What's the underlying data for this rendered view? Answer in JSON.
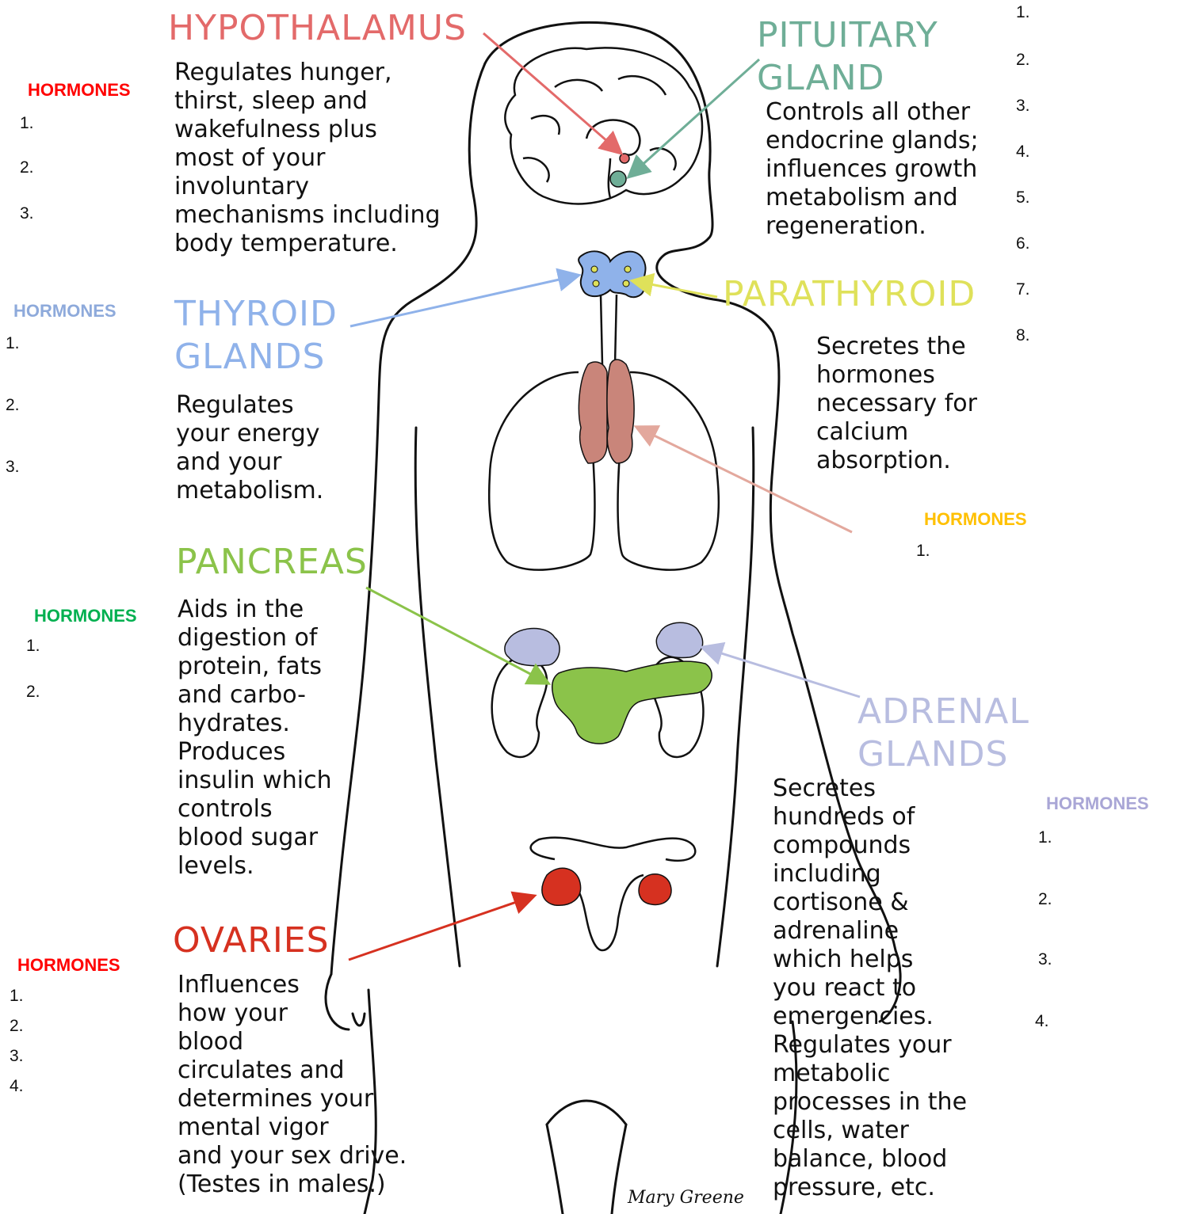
{
  "colors": {
    "hypothalamus": "#e36a6a",
    "pituitary": "#6fae97",
    "thyroid": "#8fb2ea",
    "parathyroid": "#dfe15a",
    "pancreas": "#8bc34a",
    "adrenal": "#b8bde0",
    "ovaries": "#d63120",
    "lungs_organ": "#c9857a",
    "hormones_red": "#ff0000",
    "hormones_blue": "#8eaadb",
    "hormones_gold": "#ffc000",
    "hormones_green": "#00b050",
    "hormones_lavender": "#a9a6d6"
  },
  "glands": {
    "hypothalamus": {
      "title": "HYPOTHALAMUS",
      "description": [
        "Regulates hunger,",
        "thirst, sleep and",
        "wakefulness plus",
        "most of your",
        "involuntary",
        "mechanisms including",
        "body temperature."
      ]
    },
    "pituitary": {
      "title": [
        "PITUITARY",
        "GLAND"
      ],
      "description": [
        "Controls all other",
        "endocrine glands;",
        "influences growth",
        "metabolism and",
        "regeneration."
      ]
    },
    "thyroid": {
      "title": [
        "THYROID",
        "GLANDS"
      ],
      "description": [
        "Regulates",
        "your energy",
        "and your",
        "metabolism."
      ]
    },
    "parathyroid": {
      "title": "PARATHYROID",
      "description": [
        "Secretes the",
        "hormones",
        "necessary for",
        "calcium",
        "absorption."
      ]
    },
    "pancreas": {
      "title": "PANCREAS",
      "description": [
        "Aids in the",
        "digestion of",
        "protein, fats",
        "and carbo-",
        "hydrates.",
        "Produces",
        "insulin which",
        "controls",
        "blood sugar",
        "levels."
      ]
    },
    "adrenal": {
      "title": [
        "ADRENAL",
        "GLANDS"
      ],
      "description": [
        "Secretes",
        "hundreds of",
        "compounds",
        "including",
        "cortisone &",
        "adrenaline",
        "which helps",
        "you react to",
        "emergencies.",
        "Regulates your",
        "metabolic",
        "processes in the",
        "cells, water",
        "balance, blood",
        "pressure, etc."
      ]
    },
    "ovaries": {
      "title": "OVARIES",
      "description": [
        "Influences",
        "how your",
        "blood",
        "circulates and",
        "determines your",
        "mental vigor",
        "and your sex drive.",
        "(Testes in males.)"
      ]
    }
  },
  "hormone_lists": {
    "title": "HORMONES",
    "hypothalamus": [
      "1.",
      "2.",
      "3."
    ],
    "pituitary": [
      "1.",
      "2.",
      "3.",
      "4.",
      "5.",
      "6.",
      "7.",
      "8."
    ],
    "thyroid": [
      "1.",
      "2.",
      "3."
    ],
    "parathyroid": [
      "1."
    ],
    "pancreas": [
      "1.",
      "2."
    ],
    "adrenal": [
      "1.",
      "2.",
      "3.",
      "4."
    ],
    "ovaries": [
      "1.",
      "2.",
      "3.",
      "4."
    ]
  },
  "signature": "Mary Greene"
}
